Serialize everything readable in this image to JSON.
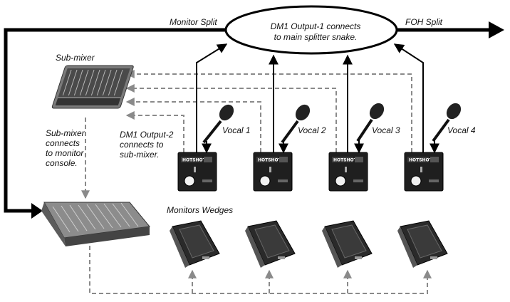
{
  "labels": {
    "monitor_split": "Monitor Split",
    "foh_split": "FOH Split",
    "ellipse_line1": "DM1 Output-1 connects",
    "ellipse_line2": "to main splitter snake.",
    "submixer_title": "Sub-mixer",
    "submixer_note": [
      "Sub-mixer",
      "connects",
      "to monitor",
      "console."
    ],
    "output2_note": [
      "DM1 Output-2",
      "connects to",
      "sub-mixer."
    ],
    "monitors_wedges": "Monitors Wedges"
  },
  "vocals": [
    {
      "label": "Vocal 1"
    },
    {
      "label": "Vocal 2"
    },
    {
      "label": "Vocal 3"
    },
    {
      "label": "Vocal 4"
    }
  ],
  "unit": {
    "brand": "HOTSHOT"
  },
  "colors": {
    "line": "#000000",
    "dash": "#8a8a8a",
    "unit_body": "#1f1f1f",
    "wedge": "#2a2a2a"
  }
}
